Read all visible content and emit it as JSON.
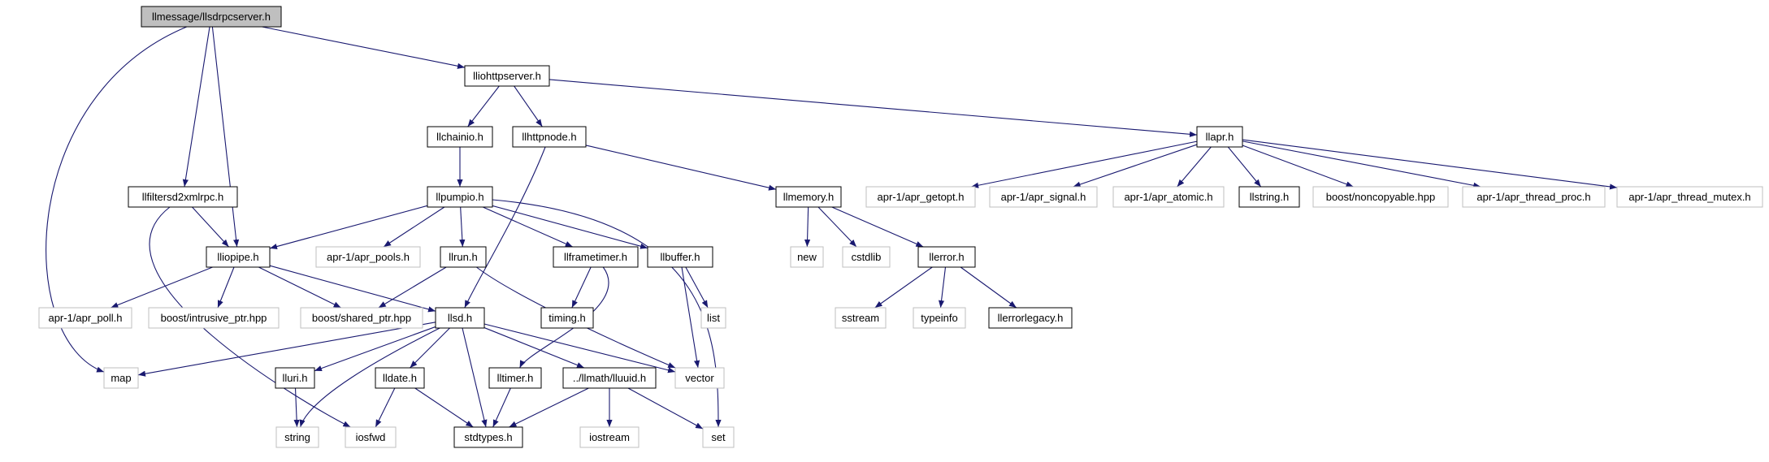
{
  "colors": {
    "edge": "#191970",
    "doc_border": "#000000",
    "ext_border": "#bfbfbf",
    "root_fill": "#bfbfbf",
    "text": "#000000"
  },
  "nodes": [
    {
      "id": "root",
      "label": "llmessage/llsdrpcserver.h",
      "kind": "root"
    },
    {
      "id": "lliohttpserver",
      "label": "lliohttpserver.h",
      "kind": "doc"
    },
    {
      "id": "llchainio",
      "label": "llchainio.h",
      "kind": "doc"
    },
    {
      "id": "llhttpnode",
      "label": "llhttpnode.h",
      "kind": "doc"
    },
    {
      "id": "llapr",
      "label": "llapr.h",
      "kind": "doc"
    },
    {
      "id": "llfiltersd2xmlrpc",
      "label": "llfiltersd2xmlrpc.h",
      "kind": "doc"
    },
    {
      "id": "llpumpio",
      "label": "llpumpio.h",
      "kind": "doc"
    },
    {
      "id": "llmemory",
      "label": "llmemory.h",
      "kind": "doc"
    },
    {
      "id": "apr_getopt",
      "label": "apr-1/apr_getopt.h",
      "kind": "ext"
    },
    {
      "id": "apr_signal",
      "label": "apr-1/apr_signal.h",
      "kind": "ext"
    },
    {
      "id": "apr_atomic",
      "label": "apr-1/apr_atomic.h",
      "kind": "ext"
    },
    {
      "id": "llstring",
      "label": "llstring.h",
      "kind": "doc"
    },
    {
      "id": "noncopyable",
      "label": "boost/noncopyable.hpp",
      "kind": "ext"
    },
    {
      "id": "apr_thread_proc",
      "label": "apr-1/apr_thread_proc.h",
      "kind": "ext"
    },
    {
      "id": "apr_thread_mutex",
      "label": "apr-1/apr_thread_mutex.h",
      "kind": "ext"
    },
    {
      "id": "lliopipe",
      "label": "lliopipe.h",
      "kind": "doc"
    },
    {
      "id": "apr_pools",
      "label": "apr-1/apr_pools.h",
      "kind": "ext"
    },
    {
      "id": "llrun",
      "label": "llrun.h",
      "kind": "doc"
    },
    {
      "id": "llframetimer",
      "label": "llframetimer.h",
      "kind": "doc"
    },
    {
      "id": "llbuffer",
      "label": "llbuffer.h",
      "kind": "doc"
    },
    {
      "id": "new",
      "label": "new",
      "kind": "ext"
    },
    {
      "id": "cstdlib",
      "label": "cstdlib",
      "kind": "ext"
    },
    {
      "id": "llerror",
      "label": "llerror.h",
      "kind": "doc"
    },
    {
      "id": "apr_poll",
      "label": "apr-1/apr_poll.h",
      "kind": "ext"
    },
    {
      "id": "intrusive_ptr",
      "label": "boost/intrusive_ptr.hpp",
      "kind": "ext"
    },
    {
      "id": "shared_ptr",
      "label": "boost/shared_ptr.hpp",
      "kind": "ext"
    },
    {
      "id": "llsd",
      "label": "llsd.h",
      "kind": "doc"
    },
    {
      "id": "timing",
      "label": "timing.h",
      "kind": "doc"
    },
    {
      "id": "list",
      "label": "list",
      "kind": "ext"
    },
    {
      "id": "sstream",
      "label": "sstream",
      "kind": "ext"
    },
    {
      "id": "typeinfo",
      "label": "typeinfo",
      "kind": "ext"
    },
    {
      "id": "llerrorlegacy",
      "label": "llerrorlegacy.h",
      "kind": "doc"
    },
    {
      "id": "map",
      "label": "map",
      "kind": "ext"
    },
    {
      "id": "lluri",
      "label": "lluri.h",
      "kind": "doc"
    },
    {
      "id": "lldate",
      "label": "lldate.h",
      "kind": "doc"
    },
    {
      "id": "lltimer",
      "label": "lltimer.h",
      "kind": "doc"
    },
    {
      "id": "lluuid",
      "label": "../llmath/lluuid.h",
      "kind": "doc"
    },
    {
      "id": "vector",
      "label": "vector",
      "kind": "ext"
    },
    {
      "id": "string",
      "label": "string",
      "kind": "ext"
    },
    {
      "id": "iosfwd",
      "label": "iosfwd",
      "kind": "ext"
    },
    {
      "id": "stdtypes",
      "label": "stdtypes.h",
      "kind": "doc"
    },
    {
      "id": "iostream",
      "label": "iostream",
      "kind": "ext"
    },
    {
      "id": "set",
      "label": "set",
      "kind": "ext"
    }
  ],
  "edges": [
    [
      "root",
      "lliohttpserver"
    ],
    [
      "root",
      "llfiltersd2xmlrpc"
    ],
    [
      "root",
      "lliopipe"
    ],
    [
      "root",
      "map"
    ],
    [
      "lliohttpserver",
      "llchainio"
    ],
    [
      "lliohttpserver",
      "llhttpnode"
    ],
    [
      "lliohttpserver",
      "llapr"
    ],
    [
      "llchainio",
      "llpumpio"
    ],
    [
      "llhttpnode",
      "llmemory"
    ],
    [
      "llhttpnode",
      "llsd"
    ],
    [
      "llapr",
      "apr_getopt"
    ],
    [
      "llapr",
      "apr_signal"
    ],
    [
      "llapr",
      "apr_atomic"
    ],
    [
      "llapr",
      "llstring"
    ],
    [
      "llapr",
      "noncopyable"
    ],
    [
      "llapr",
      "apr_thread_proc"
    ],
    [
      "llapr",
      "apr_thread_mutex"
    ],
    [
      "llfiltersd2xmlrpc",
      "lliopipe"
    ],
    [
      "llfiltersd2xmlrpc",
      "iosfwd"
    ],
    [
      "llpumpio",
      "lliopipe"
    ],
    [
      "llpumpio",
      "apr_pools"
    ],
    [
      "llpumpio",
      "llrun"
    ],
    [
      "llpumpio",
      "llframetimer"
    ],
    [
      "llpumpio",
      "llbuffer"
    ],
    [
      "llpumpio",
      "set"
    ],
    [
      "llmemory",
      "new"
    ],
    [
      "llmemory",
      "cstdlib"
    ],
    [
      "llmemory",
      "llerror"
    ],
    [
      "lliopipe",
      "apr_poll"
    ],
    [
      "lliopipe",
      "intrusive_ptr"
    ],
    [
      "lliopipe",
      "shared_ptr"
    ],
    [
      "lliopipe",
      "llsd"
    ],
    [
      "llrun",
      "shared_ptr"
    ],
    [
      "llrun",
      "vector"
    ],
    [
      "llframetimer",
      "timing"
    ],
    [
      "llframetimer",
      "lltimer"
    ],
    [
      "llbuffer",
      "list"
    ],
    [
      "llbuffer",
      "vector"
    ],
    [
      "llerror",
      "sstream"
    ],
    [
      "llerror",
      "typeinfo"
    ],
    [
      "llerror",
      "llerrorlegacy"
    ],
    [
      "llsd",
      "map"
    ],
    [
      "llsd",
      "lluri"
    ],
    [
      "llsd",
      "lldate"
    ],
    [
      "llsd",
      "lluuid"
    ],
    [
      "llsd",
      "vector"
    ],
    [
      "llsd",
      "string"
    ],
    [
      "llsd",
      "stdtypes"
    ],
    [
      "lluri",
      "string"
    ],
    [
      "lldate",
      "iosfwd"
    ],
    [
      "lldate",
      "stdtypes"
    ],
    [
      "lltimer",
      "stdtypes"
    ],
    [
      "lluuid",
      "stdtypes"
    ],
    [
      "lluuid",
      "iostream"
    ],
    [
      "lluuid",
      "set"
    ]
  ]
}
